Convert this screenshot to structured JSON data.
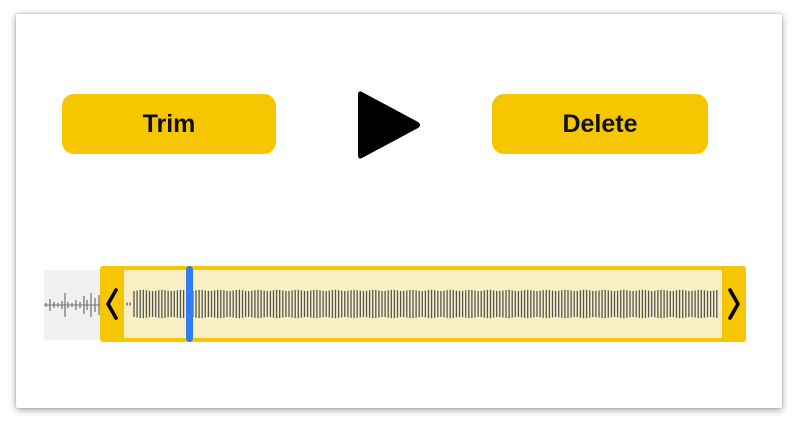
{
  "buttons": {
    "trim_label": "Trim",
    "delete_label": "Delete"
  },
  "icons": {
    "play": "play-icon",
    "left_handle": "chevron-left-icon",
    "right_handle": "chevron-right-icon"
  },
  "trim": {
    "playhead_position": 0.11
  },
  "colors": {
    "accent": "#f6c700",
    "trim_fill": "#f9eec4",
    "playhead": "#2f7cf6",
    "waveform": "#555555",
    "icon": "#000000",
    "text": "#111111"
  }
}
